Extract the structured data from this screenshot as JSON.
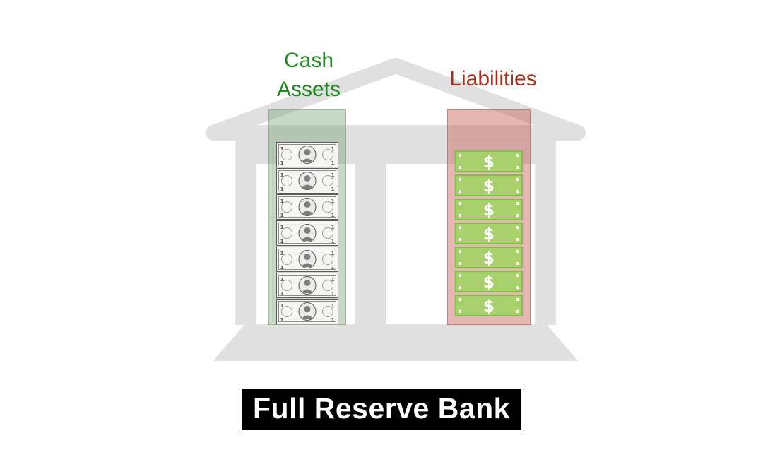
{
  "title": "Full Reserve Bank",
  "labels": {
    "assets": "Cash Assets",
    "liabilities": "Liabilities"
  },
  "assets": {
    "bill_count": 7,
    "bill_denomination": "1",
    "item_kind": "dollar-bill"
  },
  "liabilities": {
    "note_count": 7,
    "note_symbol": "$",
    "item_kind": "deposit-note"
  },
  "colors": {
    "assets_label": "#1f8a1f",
    "liabilities_label": "#a4301c",
    "assets_column_tint": "#699b69",
    "liabilities_column_tint": "#c35f58",
    "bank_building": "#e0e0e0",
    "note_green": "#a8d06c",
    "note_border_green": "#83bb4b",
    "title_background": "#000000",
    "title_text": "#ffffff"
  }
}
